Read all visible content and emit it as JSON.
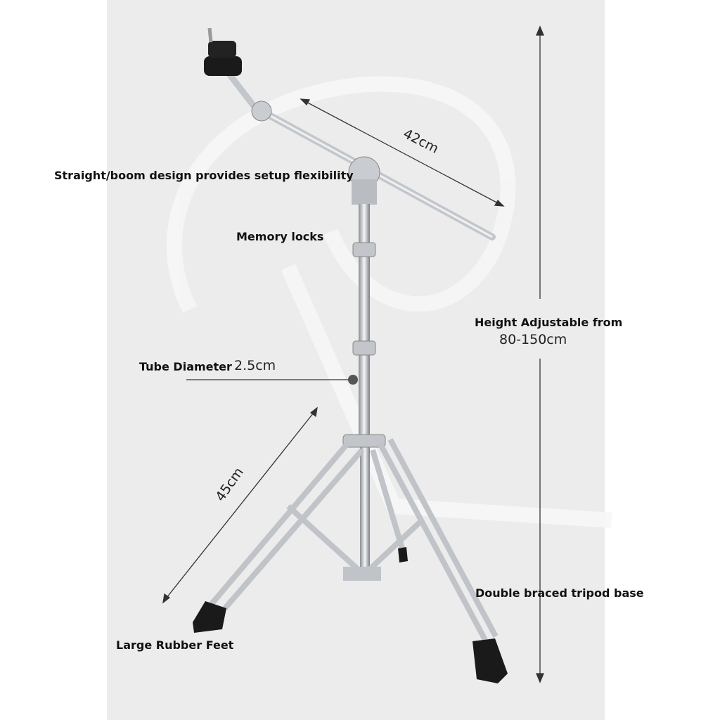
{
  "labels": {
    "boom": "Straight/boom design provides setup flexibility",
    "memory": "Memory locks",
    "height_title": "Height Adjustable from",
    "height_value": "80-150cm",
    "tube_title": "Tube Diameter",
    "tube_value": "2.5cm",
    "base": "Double braced tripod base",
    "feet": "Large Rubber Feet"
  },
  "measurements": {
    "boom_length": "42cm",
    "leg_length": "45cm"
  },
  "colors": {
    "panel": "#ececec",
    "chrome": "#b8bcc2",
    "rubber": "#1a1a1a"
  }
}
